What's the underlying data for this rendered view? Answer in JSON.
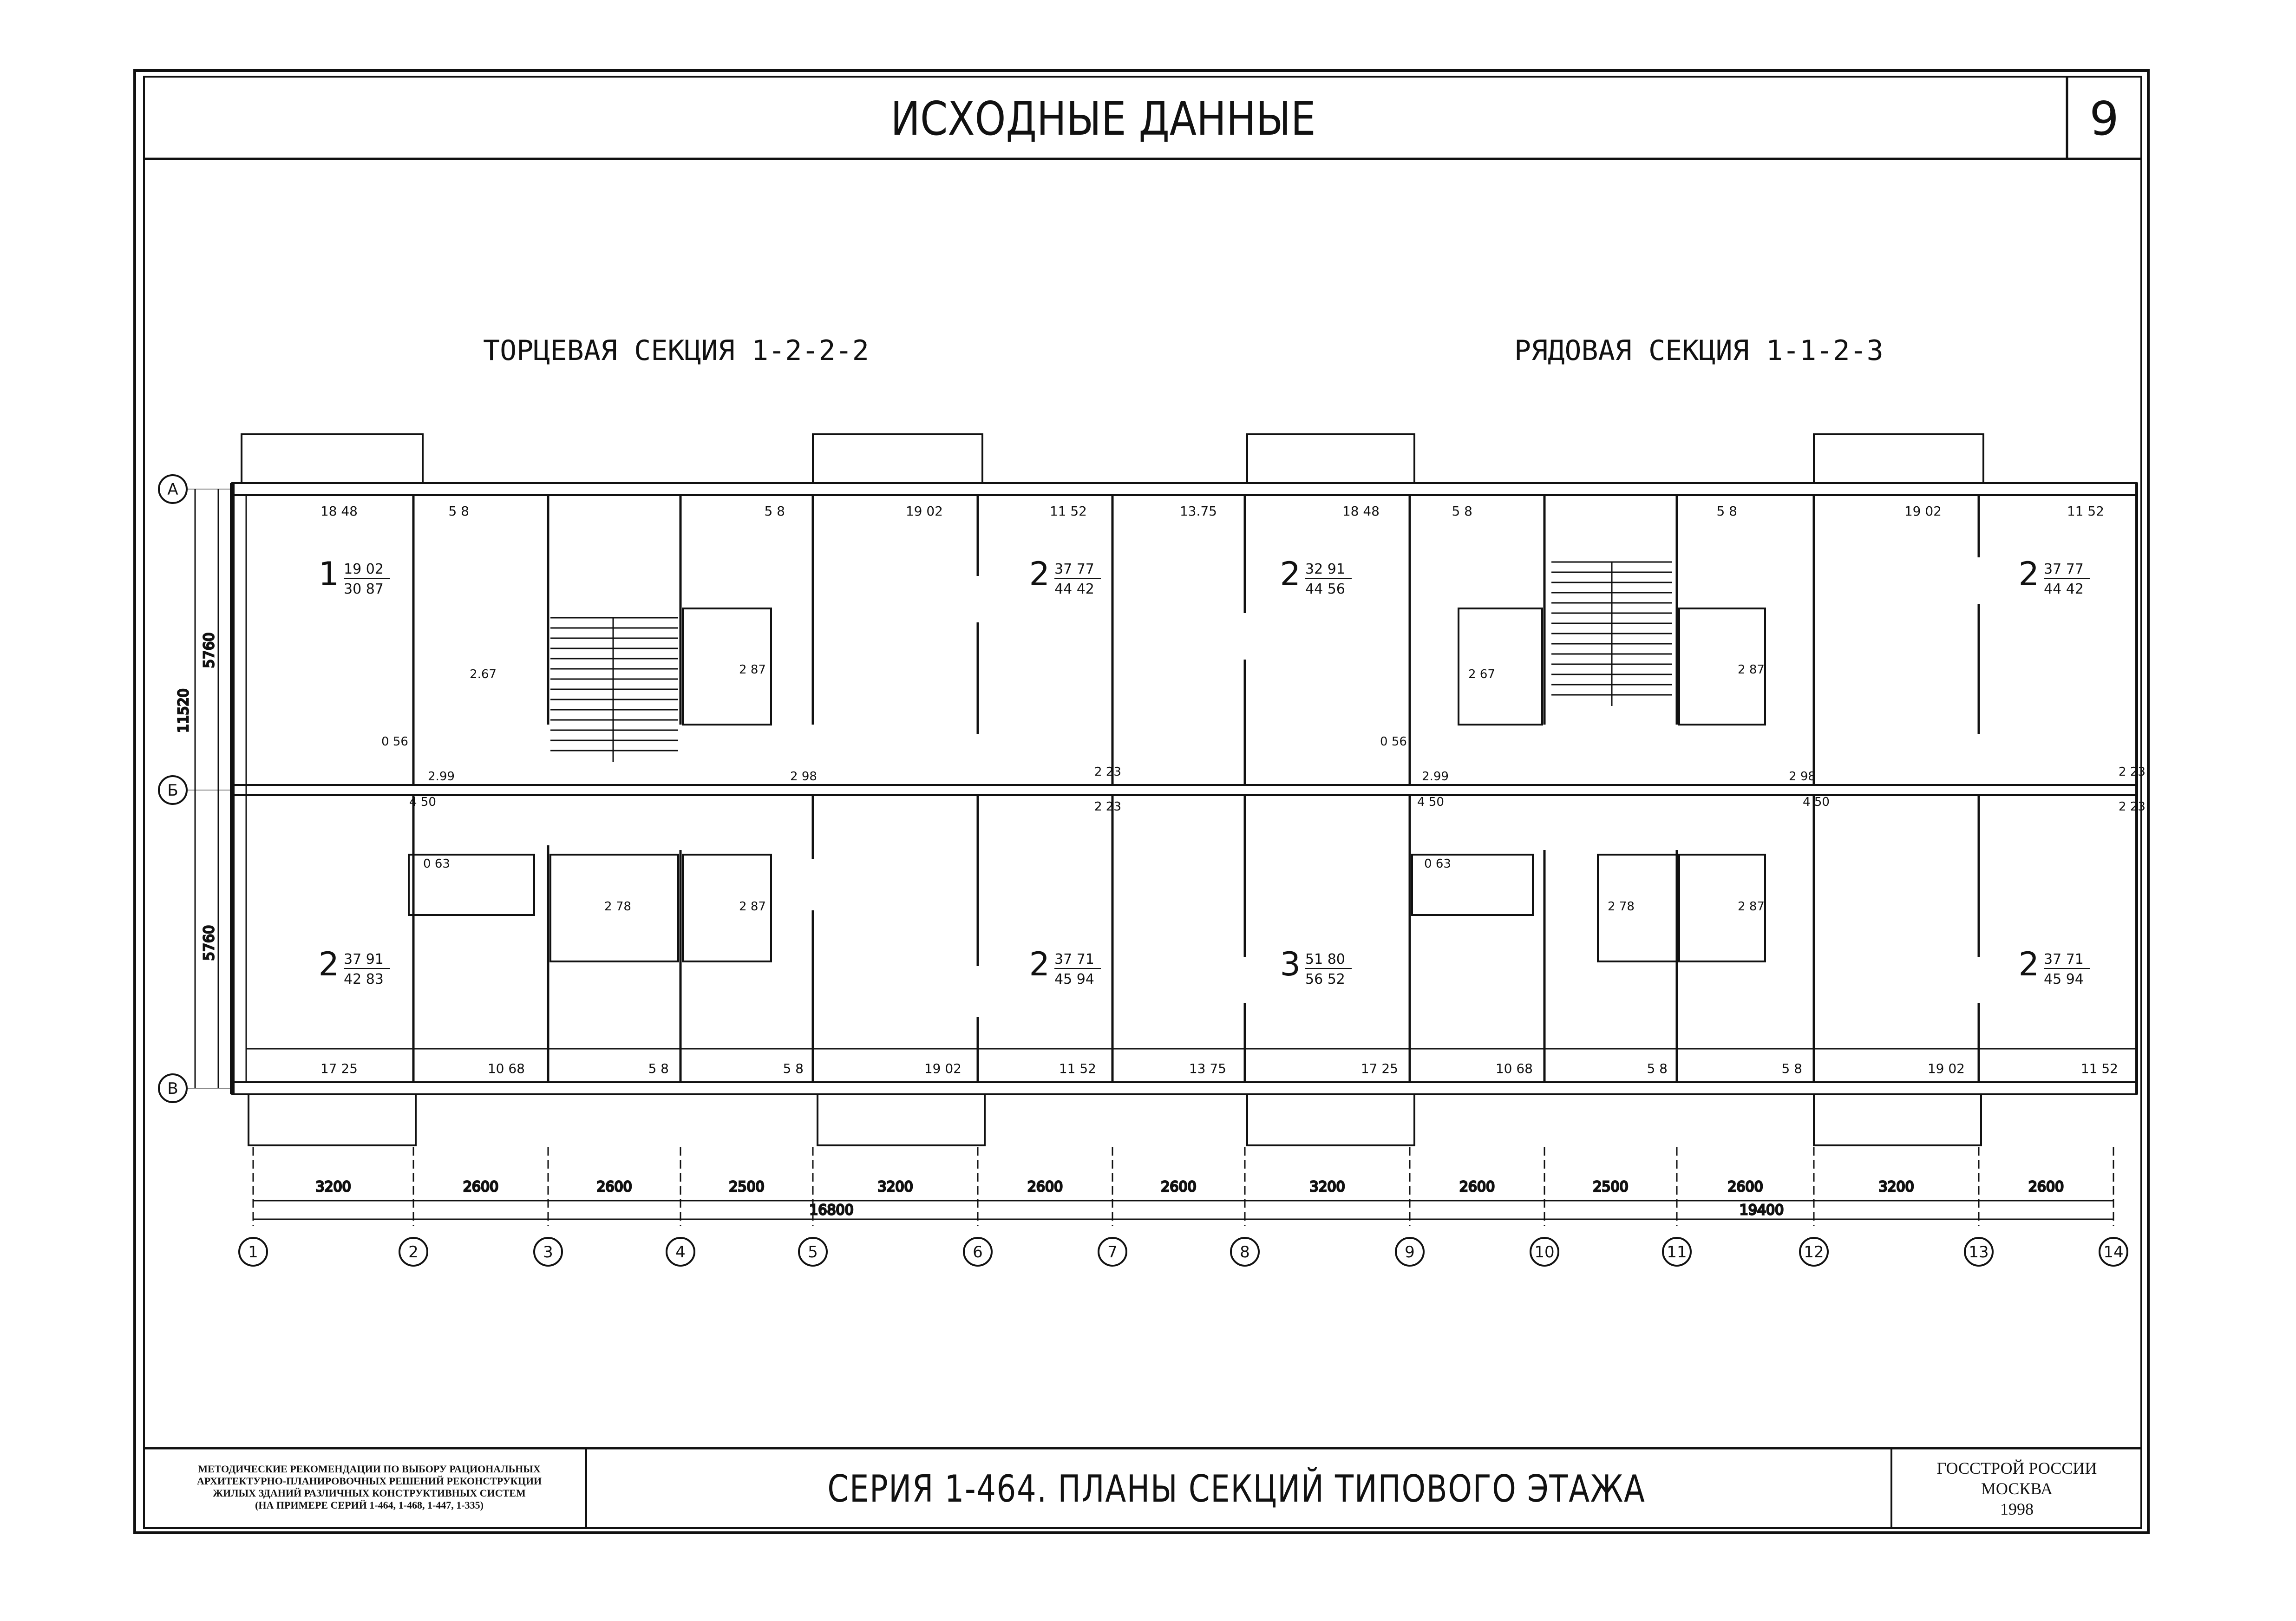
{
  "header": {
    "title": "ИСХОДНЫЕ ДАННЫЕ",
    "sheet_number": "9"
  },
  "sections": {
    "end_section": "ТОРЦЕВАЯ СЕКЦИЯ 1-2-2-2",
    "row_section": "РЯДОВАЯ СЕКЦИЯ 1-1-2-3"
  },
  "axes": {
    "rows": [
      "А",
      "Б",
      "В"
    ],
    "columns": [
      "1",
      "2",
      "3",
      "4",
      "5",
      "6",
      "7",
      "8",
      "9",
      "10",
      "11",
      "12",
      "13",
      "14"
    ],
    "column_spacings": [
      "3200",
      "2600",
      "2600",
      "2500",
      "3200",
      "2600",
      "2600",
      "3200",
      "2600",
      "2500",
      "2600",
      "3200",
      "2600"
    ],
    "total_left": "16800",
    "total_right": "19400",
    "row_spacings": [
      "5760",
      "5760"
    ],
    "row_total": "11520"
  },
  "apartments": [
    {
      "rooms": "1",
      "living": "19 02",
      "total": "30 87"
    },
    {
      "rooms": "2",
      "living": "37 77",
      "total": "44 42"
    },
    {
      "rooms": "2",
      "living": "32 91",
      "total": "44 56"
    },
    {
      "rooms": "2",
      "living": "37 77",
      "total": "44 42"
    },
    {
      "rooms": "2",
      "living": "37 91",
      "total": "42 83"
    },
    {
      "rooms": "2",
      "living": "37 71",
      "total": "45 94"
    },
    {
      "rooms": "3",
      "living": "51 80",
      "total": "56 52"
    },
    {
      "rooms": "2",
      "living": "37 71",
      "total": "45 94"
    }
  ],
  "room_areas": {
    "top_row": [
      "18 48",
      "5 8",
      "5 8",
      "19 02",
      "11 52",
      "13.75",
      "18 48",
      "5 8",
      "5 8",
      "19 02",
      "11 52"
    ],
    "bottom_row": [
      "17 25",
      "10 68",
      "5 8",
      "5 8",
      "19 02",
      "11 52",
      "13 75",
      "17 25",
      "10 68",
      "5 8",
      "5 8",
      "19 02",
      "11 52"
    ],
    "small": [
      "2.67",
      "2 87",
      "2.99",
      "2 98",
      "2 23",
      "2 23",
      "4 50",
      "0 56",
      "2 67",
      "2 87",
      "2.99",
      "2 98",
      "2 23",
      "4 50",
      "0 56",
      "0 63",
      "2 78",
      "2 87",
      "2 23",
      "0 63",
      "2 78",
      "2 87",
      "2 23",
      "4 50"
    ]
  },
  "title_block": {
    "left_lines": [
      "МЕТОДИЧЕСКИЕ РЕКОМЕНДАЦИИ ПО ВЫБОРУ РАЦИОНАЛЬНЫХ",
      "АРХИТЕКТУРНО-ПЛАНИРОВОЧНЫХ РЕШЕНИЙ РЕКОНСТРУКЦИИ",
      "ЖИЛЫХ ЗДАНИЙ РАЗЛИЧНЫХ КОНСТРУКТИВНЫХ СИСТЕМ",
      "(НА ПРИМЕРЕ СЕРИЙ 1-464, 1-468, 1-447, 1-335)"
    ],
    "center": "СЕРИЯ 1-464. ПЛАНЫ СЕКЦИЙ ТИПОВОГО ЭТАЖА",
    "right_lines": [
      "ГОССТРОЙ РОССИИ",
      "МОСКВА",
      "1998"
    ]
  }
}
